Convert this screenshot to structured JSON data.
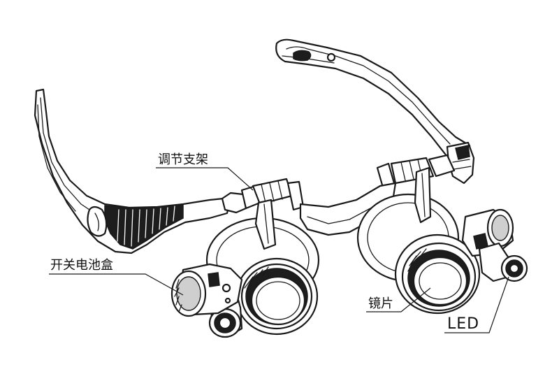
{
  "labels": {
    "adjust_bracket": "调节支架",
    "switch_battery_box": "开关电池盒",
    "lens": "镜片",
    "led": "LED"
  }
}
